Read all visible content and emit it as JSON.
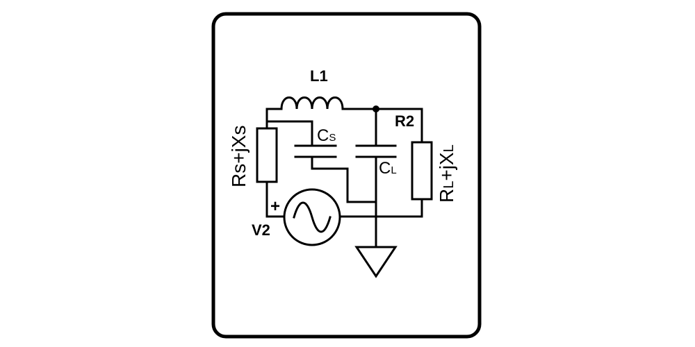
{
  "labels": {
    "inductor": "L1",
    "source_impedance": "Rs+jXs",
    "cap_s": {
      "main": "C",
      "sub": "S"
    },
    "cap_l": {
      "main": "C",
      "sub": "L"
    },
    "r2": "R2",
    "load_impedance": {
      "a": "R",
      "sub": "L",
      "b": "+jX",
      "sub2": "L"
    },
    "source": "V2",
    "plus": "+"
  }
}
